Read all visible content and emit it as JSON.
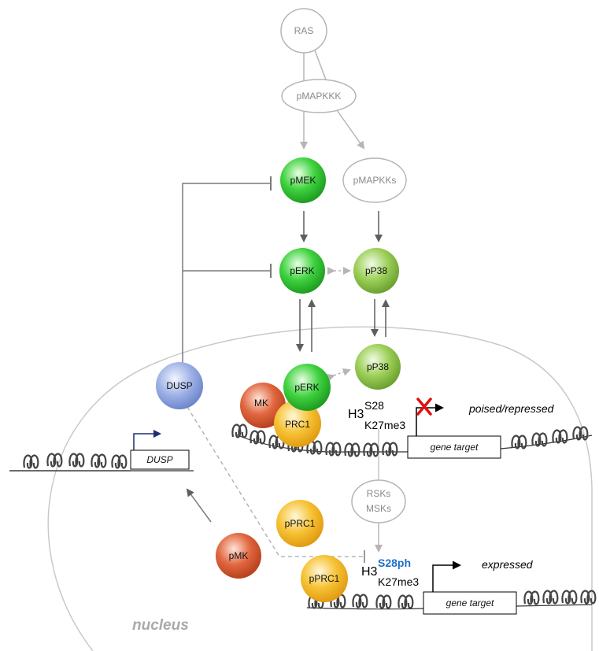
{
  "nodes": {
    "ras": "RAS",
    "pmapkkk": "pMAPKKK",
    "pmek": "pMEK",
    "pmapkks": "pMAPKKs",
    "perk_cyto": "pERK",
    "pp38_cyto": "pP38",
    "pp38_nuc": "pP38",
    "perk_nuc": "pERK",
    "mk": "MK",
    "prc1": "PRC1",
    "dusp_protein": "DUSP",
    "rsks": "RSKs",
    "msks": "MSKs",
    "pprc1_free": "pPRC1",
    "pmk": "pMK",
    "pprc1_bound": "pPRC1"
  },
  "genes": {
    "dusp_gene": "DUSP",
    "gene_target_top": "gene target",
    "gene_target_bottom": "gene target"
  },
  "marks_top": {
    "h3": "H3",
    "s28": "S28",
    "k27": "K27me3",
    "state": "poised/repressed"
  },
  "marks_bottom": {
    "h3": "H3",
    "s28ph": "S28ph",
    "k27": "K27me3",
    "state": "expressed"
  },
  "compartment": "nucleus",
  "colors": {
    "green": "#38c838",
    "light_green": "#8fc84a",
    "red": "#d85a3a",
    "yellow": "#f4c030",
    "blue": "#8fa4dc",
    "grey": "#9a9a9a",
    "s28ph_blue": "#1f6fc8",
    "cross_red": "#e01010"
  }
}
